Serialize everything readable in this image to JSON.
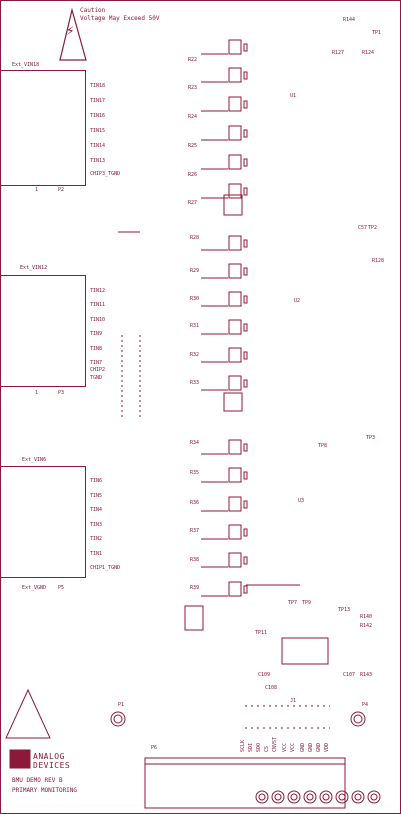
{
  "caution": {
    "title": "Caution",
    "message": "Voltage May Exceed 50V"
  },
  "connectors": [
    {
      "name": "Ext_VIN18",
      "ref": "P2",
      "pin_left": "1",
      "pins": [
        "TIN18",
        "TIN17",
        "TIN16",
        "TIN15",
        "TIN14",
        "TIN13",
        "CHIP3_TGND"
      ]
    },
    {
      "name": "Ext_VIN12",
      "ref": "P3",
      "pin_left": "1",
      "pins": [
        "TIN12",
        "TIN11",
        "TIN10",
        "TIN9",
        "TIN8",
        "TIN7",
        "CHIP2",
        "TGND"
      ]
    },
    {
      "name": "Ext_VIN6",
      "ref": "P5",
      "pin_left": "1",
      "pins": [
        "TIN6",
        "TIN5",
        "TIN4",
        "TIN3",
        "TIN2",
        "TIN1",
        "CHIP1_TGND"
      ]
    }
  ],
  "ext_vgnd": "Ext_VGND",
  "resistors_g1": [
    "R22",
    "R23",
    "R24",
    "R25",
    "R26",
    "R27"
  ],
  "resistors_g2": [
    "R28",
    "R29",
    "R30",
    "R31",
    "R32",
    "R33"
  ],
  "resistors_g3": [
    "R34",
    "R35",
    "R36",
    "R37",
    "R38",
    "R39"
  ],
  "right_labels": [
    "R144",
    "TP1",
    "R127",
    "R124",
    "C57",
    "TP2",
    "R128",
    "TP3",
    "TP8",
    "R140",
    "R142",
    "C107",
    "R143",
    "TP11",
    "TP13",
    "TP7",
    "TP9",
    "C108",
    "C109"
  ],
  "ic_labels": [
    "U1",
    "U2",
    "U3"
  ],
  "bottom": {
    "ref_p6": "P6",
    "p1": "P1",
    "p4": "P4",
    "pin_labels": [
      "SCLK",
      "SDI",
      "SDO",
      "CS",
      "CNVST",
      "VCC",
      "VCC",
      "GND",
      "GND",
      "GND",
      "VDD"
    ],
    "conn": "J1"
  },
  "logo": {
    "line1": "ANALOG",
    "line2": "DEVICES"
  },
  "board": {
    "line1": "BMU DEMO REV B",
    "line2": "PRIMARY MONITORING"
  }
}
